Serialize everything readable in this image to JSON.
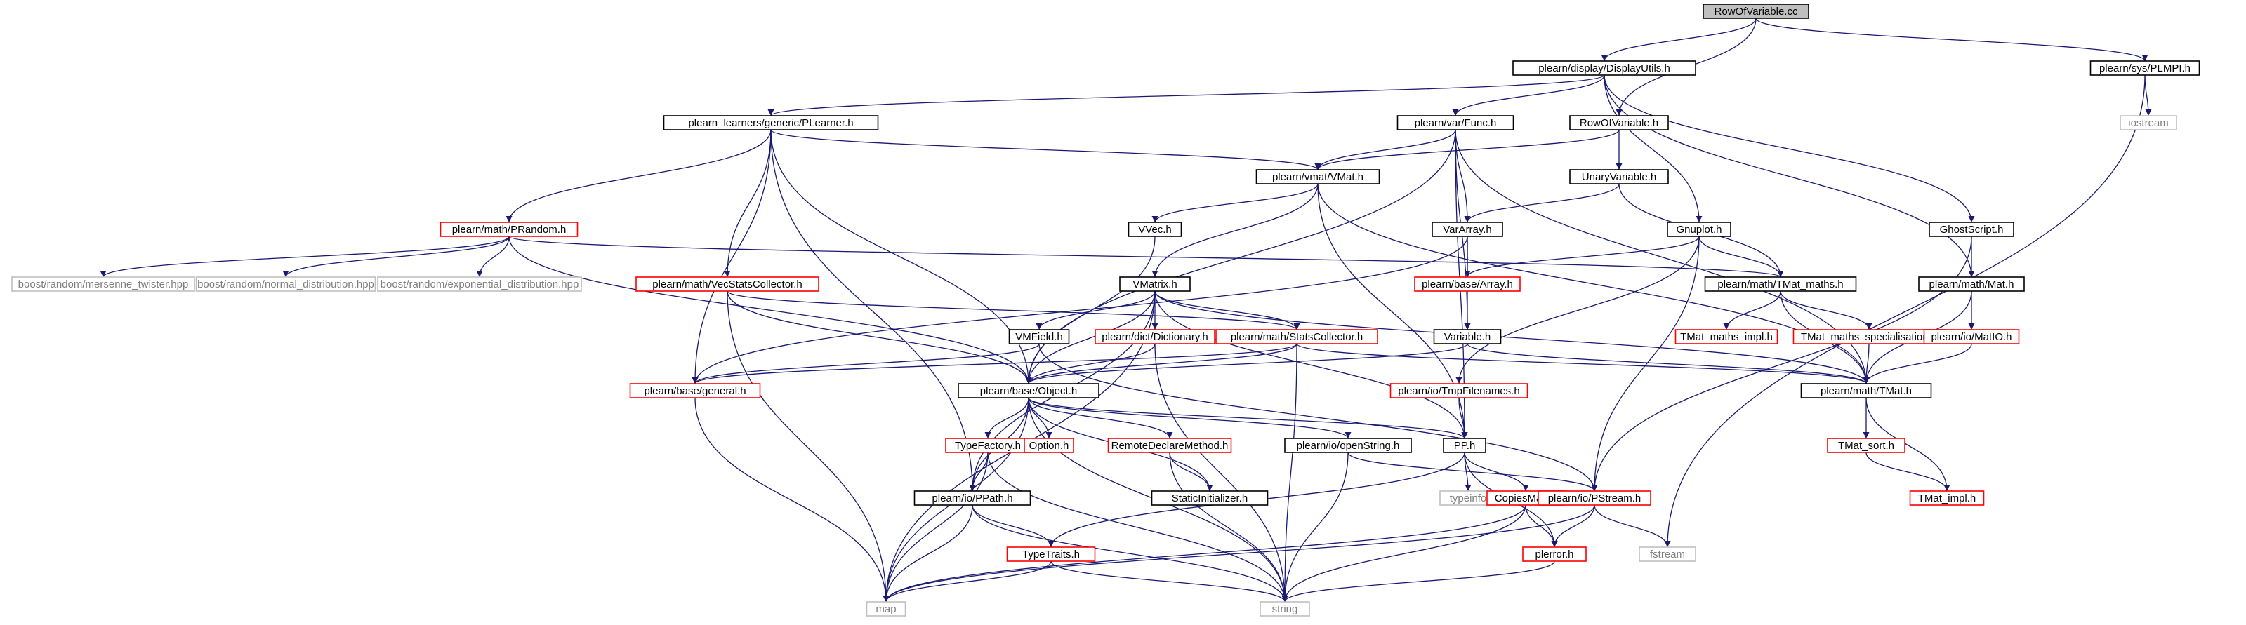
{
  "colors": {
    "edge": "#191970",
    "root_fill": "#bfbfbf",
    "normal_border": "#000000",
    "truncated_border": "#ff0000",
    "external_border": "#bfbfbf",
    "external_text": "#7f7f7f",
    "text": "#000000"
  },
  "nodes": [
    {
      "id": "root",
      "label": "RowOfVariable.cc",
      "kind": "root"
    },
    {
      "id": "displayutils",
      "label": "plearn/display/DisplayUtils.h",
      "kind": "normal"
    },
    {
      "id": "plmpi",
      "label": "plearn/sys/PLMPI.h",
      "kind": "normal"
    },
    {
      "id": "plearner",
      "label": "plearn_learners/generic/PLearner.h",
      "kind": "normal"
    },
    {
      "id": "func",
      "label": "plearn/var/Func.h",
      "kind": "normal"
    },
    {
      "id": "rowofvar",
      "label": "RowOfVariable.h",
      "kind": "normal"
    },
    {
      "id": "iostream",
      "label": "iostream",
      "kind": "external"
    },
    {
      "id": "vmat",
      "label": "plearn/vmat/VMat.h",
      "kind": "normal"
    },
    {
      "id": "unaryvar",
      "label": "UnaryVariable.h",
      "kind": "normal"
    },
    {
      "id": "ghostscript",
      "label": "GhostScript.h",
      "kind": "normal"
    },
    {
      "id": "prandom",
      "label": "plearn/math/PRandom.h",
      "kind": "truncated"
    },
    {
      "id": "vvec",
      "label": "VVec.h",
      "kind": "normal"
    },
    {
      "id": "vararray",
      "label": "VarArray.h",
      "kind": "normal"
    },
    {
      "id": "gnuplot",
      "label": "Gnuplot.h",
      "kind": "normal"
    },
    {
      "id": "mersenne",
      "label": "boost/random/mersenne_twister.hpp",
      "kind": "external"
    },
    {
      "id": "normaldist",
      "label": "boost/random/normal_distribution.hpp",
      "kind": "external"
    },
    {
      "id": "expdist",
      "label": "boost/random/exponential_distribution.hpp",
      "kind": "external"
    },
    {
      "id": "vecstats",
      "label": "plearn/math/VecStatsCollector.h",
      "kind": "truncated"
    },
    {
      "id": "vmatrix",
      "label": "VMatrix.h",
      "kind": "normal"
    },
    {
      "id": "basearray",
      "label": "plearn/base/Array.h",
      "kind": "truncated"
    },
    {
      "id": "tmatmaths",
      "label": "plearn/math/TMat_maths.h",
      "kind": "normal"
    },
    {
      "id": "mat",
      "label": "plearn/math/Mat.h",
      "kind": "normal"
    },
    {
      "id": "vmfield",
      "label": "VMField.h",
      "kind": "normal"
    },
    {
      "id": "dictionary",
      "label": "plearn/dict/Dictionary.h",
      "kind": "truncated"
    },
    {
      "id": "statscollector",
      "label": "plearn/math/StatsCollector.h",
      "kind": "truncated"
    },
    {
      "id": "variable",
      "label": "Variable.h",
      "kind": "normal"
    },
    {
      "id": "tmatimpl",
      "label": "TMat_maths_impl.h",
      "kind": "truncated"
    },
    {
      "id": "tmatspec",
      "label": "TMat_maths_specialisation.h",
      "kind": "truncated"
    },
    {
      "id": "matio",
      "label": "plearn/io/MatIO.h",
      "kind": "truncated"
    },
    {
      "id": "general",
      "label": "plearn/base/general.h",
      "kind": "truncated"
    },
    {
      "id": "object",
      "label": "plearn/base/Object.h",
      "kind": "normal"
    },
    {
      "id": "tmpfilenames",
      "label": "plearn/io/TmpFilenames.h",
      "kind": "truncated"
    },
    {
      "id": "tmat",
      "label": "plearn/math/TMat.h",
      "kind": "normal"
    },
    {
      "id": "typefactory",
      "label": "TypeFactory.h",
      "kind": "truncated"
    },
    {
      "id": "option",
      "label": "Option.h",
      "kind": "truncated"
    },
    {
      "id": "remotedecl",
      "label": "RemoteDeclareMethod.h",
      "kind": "truncated"
    },
    {
      "id": "openstring",
      "label": "plearn/io/openString.h",
      "kind": "normal"
    },
    {
      "id": "pp",
      "label": "PP.h",
      "kind": "normal"
    },
    {
      "id": "tmatsort",
      "label": "TMat_sort.h",
      "kind": "truncated"
    },
    {
      "id": "ppath",
      "label": "plearn/io/PPath.h",
      "kind": "normal"
    },
    {
      "id": "staticinit",
      "label": "StaticInitializer.h",
      "kind": "normal"
    },
    {
      "id": "typeinfo",
      "label": "typeinfo",
      "kind": "external"
    },
    {
      "id": "copiesmap",
      "label": "CopiesMap.h",
      "kind": "truncated"
    },
    {
      "id": "pstream",
      "label": "plearn/io/PStream.h",
      "kind": "truncated"
    },
    {
      "id": "tmatimpl2",
      "label": "TMat_impl.h",
      "kind": "truncated"
    },
    {
      "id": "typetraits",
      "label": "TypeTraits.h",
      "kind": "truncated"
    },
    {
      "id": "fstream",
      "label": "fstream",
      "kind": "external"
    },
    {
      "id": "plerror",
      "label": "plerror.h",
      "kind": "truncated"
    },
    {
      "id": "map",
      "label": "map",
      "kind": "external"
    },
    {
      "id": "string",
      "label": "string",
      "kind": "external"
    }
  ],
  "edges": [
    [
      "root",
      "displayutils"
    ],
    [
      "root",
      "rowofvar"
    ],
    [
      "root",
      "plmpi"
    ],
    [
      "plmpi",
      "iostream"
    ],
    [
      "plmpi",
      "fstream"
    ],
    [
      "displayutils",
      "plearner"
    ],
    [
      "displayutils",
      "func"
    ],
    [
      "displayutils",
      "gnuplot"
    ],
    [
      "displayutils",
      "ghostscript"
    ],
    [
      "displayutils",
      "mat"
    ],
    [
      "plearner",
      "prandom"
    ],
    [
      "plearner",
      "vecstats"
    ],
    [
      "plearner",
      "vmat"
    ],
    [
      "plearner",
      "object"
    ],
    [
      "plearner",
      "ppath"
    ],
    [
      "plearner",
      "general"
    ],
    [
      "func",
      "vmat"
    ],
    [
      "func",
      "vararray"
    ],
    [
      "func",
      "variable"
    ],
    [
      "func",
      "object"
    ],
    [
      "func",
      "pp"
    ],
    [
      "func",
      "tmat"
    ],
    [
      "rowofvar",
      "unaryvar"
    ],
    [
      "rowofvar",
      "vmat"
    ],
    [
      "unaryvar",
      "vararray"
    ],
    [
      "unaryvar",
      "tmatmaths"
    ],
    [
      "ghostscript",
      "mat"
    ],
    [
      "ghostscript",
      "pstream"
    ],
    [
      "vmat",
      "vvec"
    ],
    [
      "vmat",
      "vmatrix"
    ],
    [
      "vmat",
      "pp"
    ],
    [
      "vmat",
      "tmat"
    ],
    [
      "vvec",
      "object"
    ],
    [
      "vararray",
      "basearray"
    ],
    [
      "vararray",
      "variable"
    ],
    [
      "vararray",
      "general"
    ],
    [
      "gnuplot",
      "basearray"
    ],
    [
      "gnuplot",
      "tmatmaths"
    ],
    [
      "gnuplot",
      "tmpfilenames"
    ],
    [
      "gnuplot",
      "pstream"
    ],
    [
      "prandom",
      "mersenne"
    ],
    [
      "prandom",
      "normaldist"
    ],
    [
      "prandom",
      "expdist"
    ],
    [
      "prandom",
      "tmatmaths"
    ],
    [
      "prandom",
      "object"
    ],
    [
      "vecstats",
      "statscollector"
    ],
    [
      "vecstats",
      "object"
    ],
    [
      "vecstats",
      "map"
    ],
    [
      "vmatrix",
      "vmfield"
    ],
    [
      "vmatrix",
      "dictionary"
    ],
    [
      "vmatrix",
      "statscollector"
    ],
    [
      "vmatrix",
      "object"
    ],
    [
      "vmatrix",
      "ppath"
    ],
    [
      "vmatrix",
      "pp"
    ],
    [
      "vmatrix",
      "tmat"
    ],
    [
      "vmatrix",
      "map"
    ],
    [
      "tmatmaths",
      "tmatimpl"
    ],
    [
      "tmatmaths",
      "tmatspec"
    ],
    [
      "tmatmaths",
      "tmat"
    ],
    [
      "mat",
      "matio"
    ],
    [
      "mat",
      "tmat"
    ],
    [
      "vmfield",
      "general"
    ],
    [
      "vmfield",
      "pstream"
    ],
    [
      "dictionary",
      "object"
    ],
    [
      "dictionary",
      "string"
    ],
    [
      "statscollector",
      "general"
    ],
    [
      "statscollector",
      "object"
    ],
    [
      "statscollector",
      "tmat"
    ],
    [
      "statscollector",
      "string"
    ],
    [
      "variable",
      "object"
    ],
    [
      "variable",
      "tmat"
    ],
    [
      "tmatspec",
      "tmat"
    ],
    [
      "matio",
      "tmat"
    ],
    [
      "general",
      "map"
    ],
    [
      "object",
      "typefactory"
    ],
    [
      "object",
      "option"
    ],
    [
      "object",
      "remotedecl"
    ],
    [
      "object",
      "staticinit"
    ],
    [
      "object",
      "openstring"
    ],
    [
      "object",
      "pp"
    ],
    [
      "object",
      "ppath"
    ],
    [
      "object",
      "map"
    ],
    [
      "object",
      "string"
    ],
    [
      "tmpfilenames",
      "pp"
    ],
    [
      "tmat",
      "tmatsort"
    ],
    [
      "tmat",
      "tmatimpl2"
    ],
    [
      "typefactory",
      "ppath"
    ],
    [
      "typefactory",
      "map"
    ],
    [
      "typefactory",
      "string"
    ],
    [
      "remotedecl",
      "staticinit"
    ],
    [
      "remotedecl",
      "string"
    ],
    [
      "openstring",
      "pstream"
    ],
    [
      "openstring",
      "string"
    ],
    [
      "pp",
      "typeinfo"
    ],
    [
      "pp",
      "copiesmap"
    ],
    [
      "pp",
      "plerror"
    ],
    [
      "pp",
      "typetraits"
    ],
    [
      "tmatsort",
      "tmatimpl2"
    ],
    [
      "ppath",
      "typetraits"
    ],
    [
      "ppath",
      "map"
    ],
    [
      "ppath",
      "string"
    ],
    [
      "copiesmap",
      "plerror"
    ],
    [
      "copiesmap",
      "map"
    ],
    [
      "copiesmap",
      "string"
    ],
    [
      "pstream",
      "fstream"
    ],
    [
      "pstream",
      "plerror"
    ],
    [
      "pstream",
      "map"
    ],
    [
      "typetraits",
      "map"
    ],
    [
      "typetraits",
      "string"
    ],
    [
      "plerror",
      "string"
    ]
  ]
}
